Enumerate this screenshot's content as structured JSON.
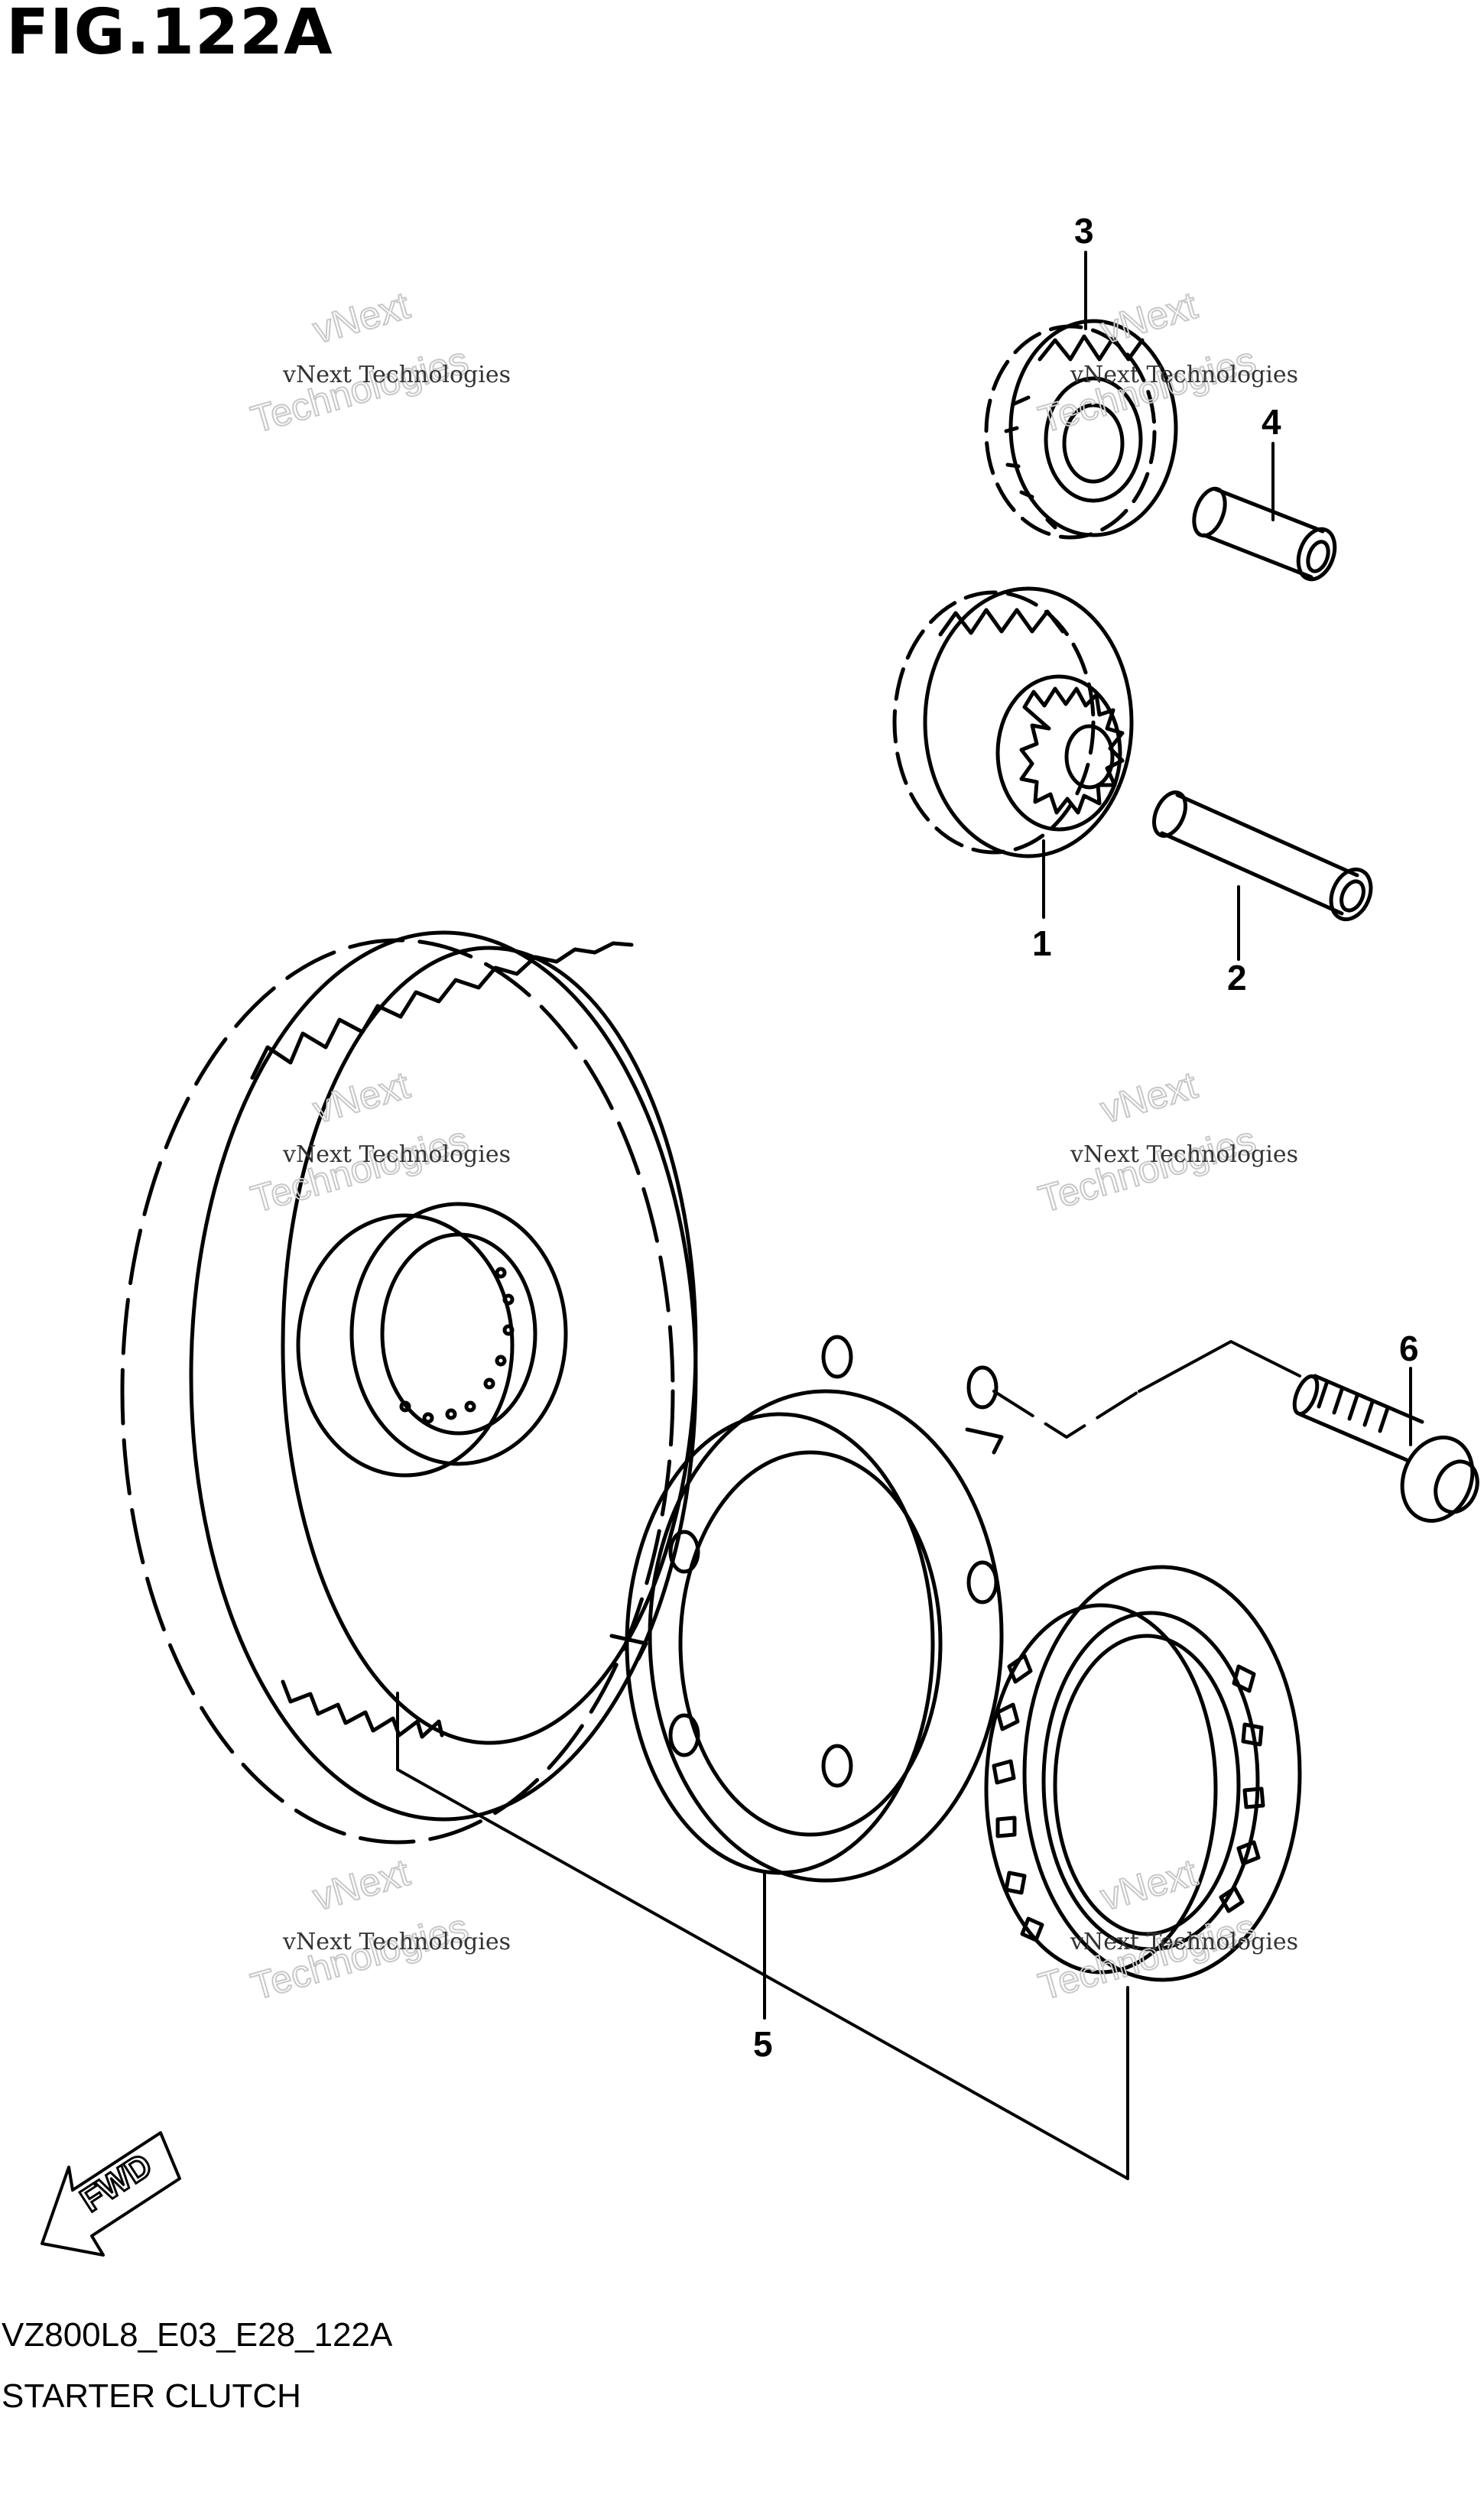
{
  "figure": {
    "title": "FIG.122A",
    "diagram_code": "VZ800L8_E03_E28_122A",
    "diagram_name": "STARTER CLUTCH"
  },
  "callouts": [
    {
      "id": "1",
      "label": "1"
    },
    {
      "id": "2",
      "label": "2"
    },
    {
      "id": "3",
      "label": "3"
    },
    {
      "id": "4",
      "label": "4"
    },
    {
      "id": "5",
      "label": "5"
    },
    {
      "id": "6",
      "label": "6"
    }
  ],
  "watermark": {
    "line_small": "vNext Technologies",
    "line_big_1": "vNext",
    "line_big_2": "Technologies"
  },
  "direction_marker": {
    "label": "FWD",
    "icon": "arrow-left-down-icon"
  },
  "colors": {
    "line": "#000000",
    "background": "#ffffff",
    "watermark": "#c8c8c8"
  }
}
